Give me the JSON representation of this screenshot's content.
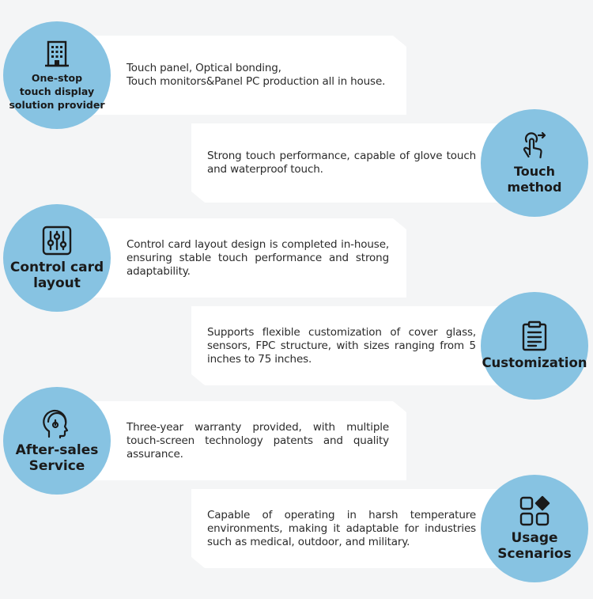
{
  "items": [
    {
      "title_lines": [
        "One-stop",
        "touch display",
        "solution provider"
      ],
      "description": "Touch panel, Optical bonding,\nTouch monitors&Panel PC production all in house.",
      "icon": "building-icon"
    },
    {
      "title_lines": [
        "Touch",
        "method"
      ],
      "description": "Strong touch performance, capable of glove touch and waterproof touch.",
      "icon": "touch-gesture-icon"
    },
    {
      "title_lines": [
        "Control card",
        "layout"
      ],
      "description": "Control card layout design is completed in-house, ensuring stable touch performance and strong adaptability.",
      "icon": "sliders-icon"
    },
    {
      "title_lines": [
        "Customization"
      ],
      "description": "Supports flexible customization of cover glass, sensors, FPC structure, with sizes ranging from 5 inches to 75 inches.",
      "icon": "clipboard-icon"
    },
    {
      "title_lines": [
        "After-sales",
        "Service"
      ],
      "description": "Three-year warranty provided, with multiple touch-screen technology patents and quality assurance.",
      "icon": "support-headset-icon"
    },
    {
      "title_lines": [
        "Usage",
        "Scenarios"
      ],
      "description": "Capable of operating in harsh temperature environments, making it adaptable for industries such as medical, outdoor, and military.",
      "icon": "apps-grid-icon"
    }
  ],
  "colors": {
    "circle": "#87c3e2",
    "card": "#ffffff",
    "background": "#f4f5f6",
    "text": "#2b2b2b"
  }
}
